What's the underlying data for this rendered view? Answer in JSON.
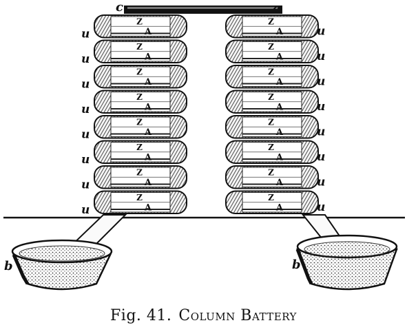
{
  "figure": {
    "plate_labels": {
      "zinc": "Z",
      "copper": "A"
    },
    "disc_count_per_column": 8,
    "wire_labels": {
      "top_left": "c",
      "top_right": "a"
    },
    "side_label": "u",
    "cup_label": "b",
    "caption": {
      "number": "Fig. 41.",
      "title": "Column Battery"
    }
  }
}
